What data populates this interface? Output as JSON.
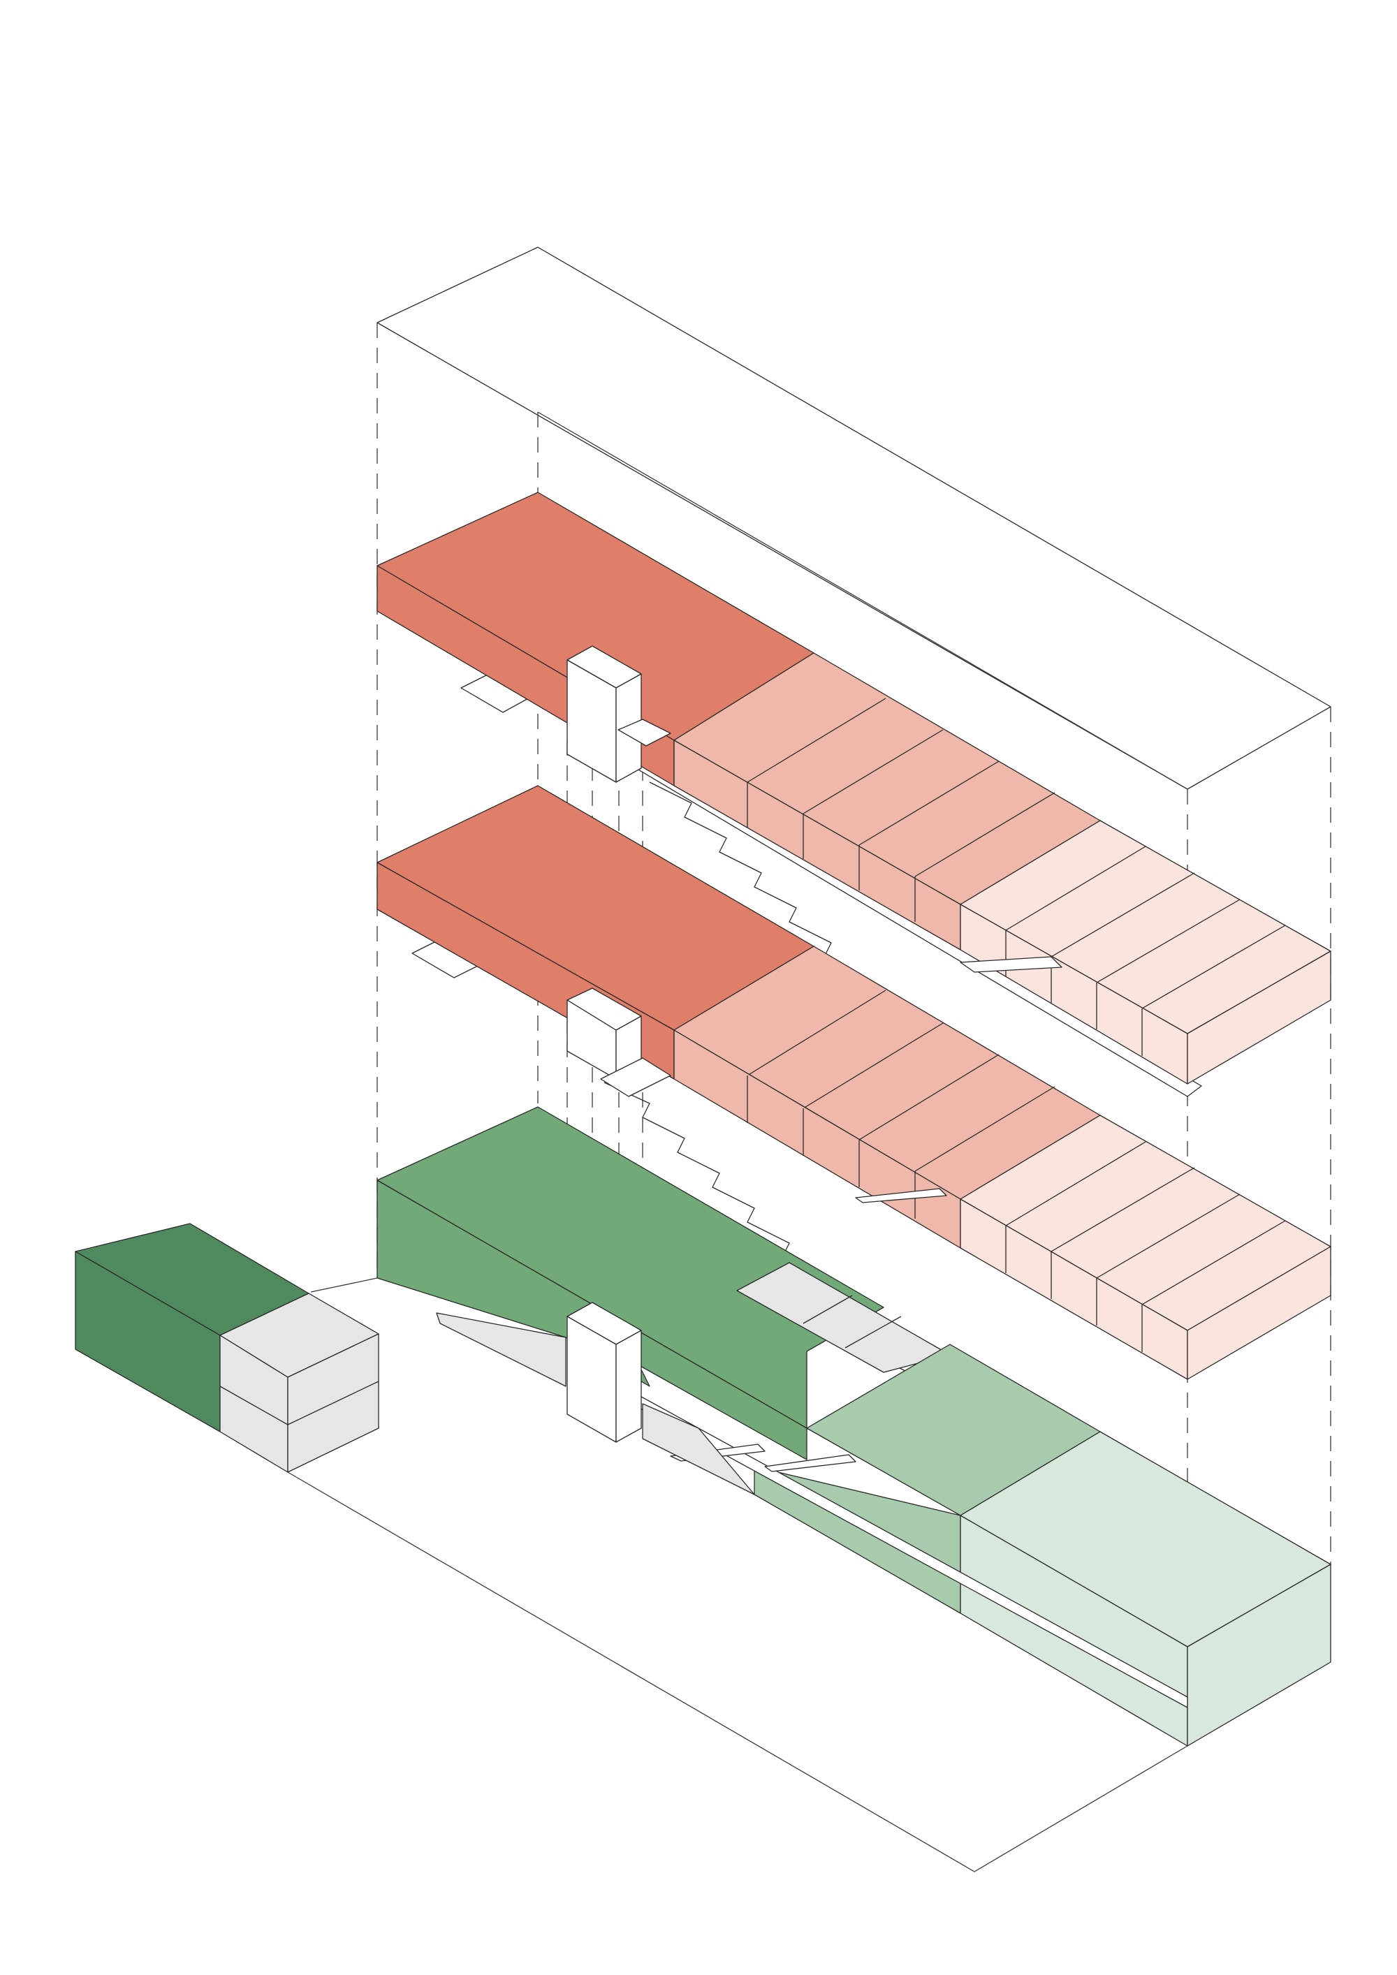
{
  "colors": {
    "residential_dark": "#e07f69",
    "residential_mid": "#f0b8aa",
    "residential_light": "#fae4dd",
    "commercial_dark": "#71a979",
    "commercial_mid": "#a9cbad",
    "commercial_light": "#d9e8dc",
    "annex_dark": "#508b5f",
    "annex_top": "#4f8a5e",
    "service_grey": "#e6e6e6"
  },
  "levels": [
    "upper-residential-floor",
    "lower-residential-floor",
    "ground-commercial-floor"
  ],
  "unit_columns_per_residential_floor": 10
}
